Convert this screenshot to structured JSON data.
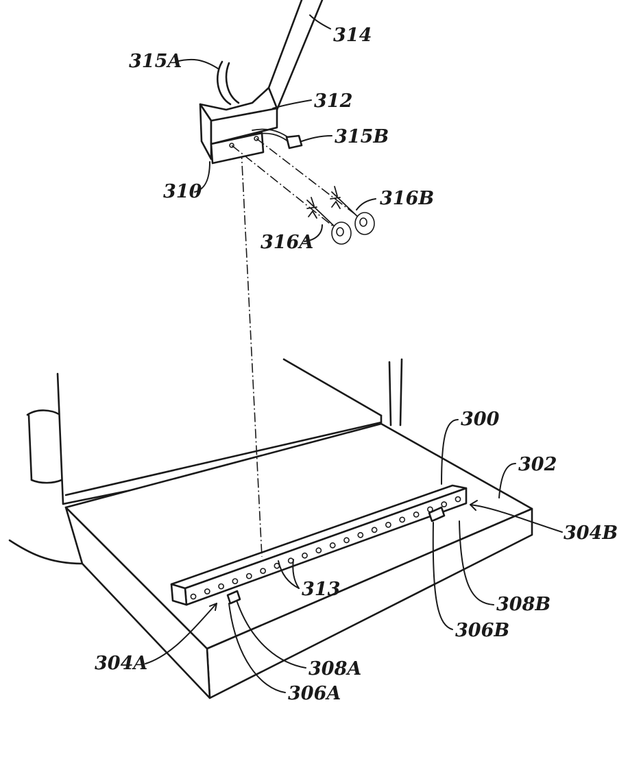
{
  "figure": {
    "reference_numerals": {
      "r314": "314",
      "r315A": "315A",
      "r312": "312",
      "r315B": "315B",
      "r310": "310",
      "r316B": "316B",
      "r316A": "316A",
      "r300": "300",
      "r302": "302",
      "r304B": "304B",
      "r313": "313",
      "r308B": "308B",
      "r306B": "306B",
      "r304A": "304A",
      "r308A": "308A",
      "r306A": "306A"
    }
  }
}
